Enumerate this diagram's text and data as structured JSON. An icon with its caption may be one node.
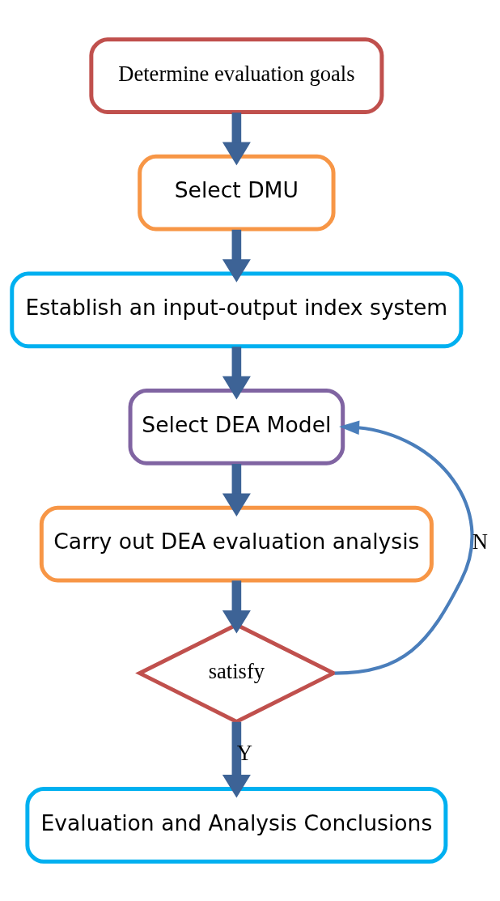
{
  "diagram": {
    "nodes": [
      {
        "text": [
          "Determine evaluation goals"
        ]
      },
      {
        "text": [
          "Select DMU"
        ]
      },
      {
        "text": [
          "Establish an input-output index system"
        ]
      },
      {
        "text": [
          "Select DEA Model"
        ]
      },
      {
        "text": [
          "Carry out DEA evaluation analysis"
        ]
      },
      {
        "text": [
          "satisfy"
        ]
      },
      {
        "text": [
          "Evaluation and Analysis Conclusions"
        ]
      }
    ],
    "edges": [
      {
        "from": 0,
        "to": 1,
        "arrow": "to"
      },
      {
        "from": 1,
        "to": 2,
        "arrow": "to"
      },
      {
        "from": 2,
        "to": 3,
        "arrow": "to"
      },
      {
        "from": 3,
        "to": 4,
        "arrow": "to"
      },
      {
        "from": 4,
        "to": 5,
        "arrow": "to"
      },
      {
        "from": 5,
        "to": 6,
        "label": "Y",
        "arrow": "to"
      },
      {
        "from": 5,
        "to": 3,
        "label": "N",
        "arrow": "to",
        "color": "#4a7ebb"
      }
    ]
  }
}
